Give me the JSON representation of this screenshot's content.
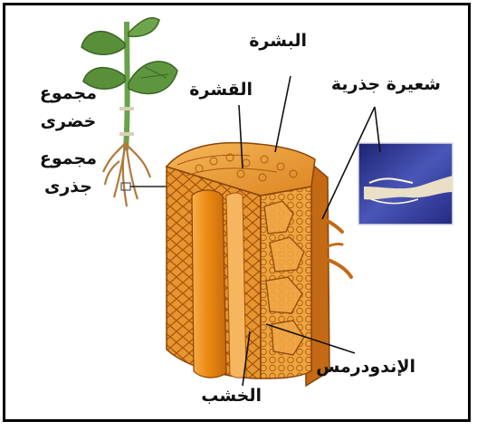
{
  "labels": {
    "epidermis": "البشرة",
    "cortex": "القشرة",
    "root_hair": "شعيرة جذرية",
    "shoot_system": [
      "مجموع",
      "خضرى"
    ],
    "root_system": [
      "مجموع",
      "جذرى"
    ],
    "endodermis": "الإندودرمس",
    "xylem": "الخشب"
  },
  "colors": {
    "border": "#000000",
    "tissue_outer": "#e08a1e",
    "tissue_inner": "#f2a63a",
    "xylem_core": "#e98a14",
    "leaf": "#5a8f3a",
    "stem": "#6aa24a",
    "inset_bg": "#2a2f8a"
  }
}
